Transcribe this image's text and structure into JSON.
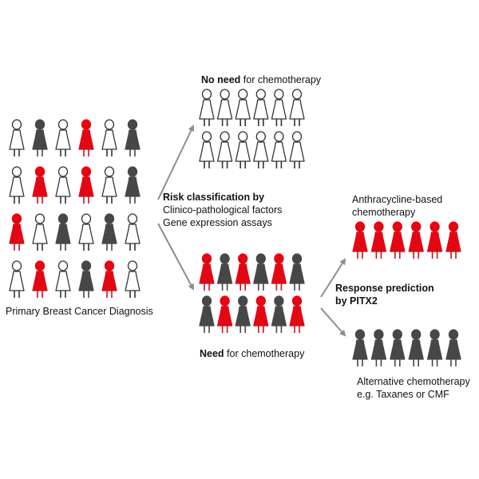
{
  "colors": {
    "red": "#e30613",
    "dark": "#474747",
    "outline": "#333333",
    "arrow": "#8c8c8c",
    "empty": "#ffffff"
  },
  "icon": "person-dress-icon",
  "groups": {
    "primary": {
      "label": "Primary Breast Cancer Diagnosis",
      "rows": [
        [
          "empty",
          "dark",
          "empty",
          "red",
          "empty",
          "dark"
        ],
        [
          "empty",
          "red",
          "empty",
          "red",
          "empty",
          "dark"
        ],
        [
          "red",
          "empty",
          "dark",
          "empty",
          "dark",
          "empty"
        ],
        [
          "empty",
          "red",
          "empty",
          "dark",
          "red",
          "empty"
        ]
      ]
    },
    "no_need": {
      "label_bold": "No need",
      "label_rest": " for chemotherapy",
      "rows": [
        [
          "empty",
          "empty",
          "empty",
          "empty",
          "empty",
          "empty"
        ],
        [
          "empty",
          "empty",
          "empty",
          "empty",
          "empty",
          "empty"
        ]
      ]
    },
    "need": {
      "label_bold": "Need",
      "label_rest": " for chemotherapy",
      "rows": [
        [
          "red",
          "dark",
          "red",
          "dark",
          "red",
          "dark"
        ],
        [
          "dark",
          "red",
          "dark",
          "red",
          "dark",
          "red"
        ]
      ]
    },
    "anthracycline": {
      "label_line1": "Anthracycline-based",
      "label_line2": "chemotherapy",
      "rows": [
        [
          "red",
          "red",
          "red",
          "red",
          "red",
          "red"
        ]
      ]
    },
    "alternative": {
      "label_line1": "Alternative chemotherapy",
      "label_line2": "e.g. Taxanes or CMF",
      "rows": [
        [
          "dark",
          "dark",
          "dark",
          "dark",
          "dark",
          "dark"
        ]
      ]
    }
  },
  "risk": {
    "title": "Risk classification by",
    "line1": "Clinico-pathological factors",
    "line2": "Gene expression assays"
  },
  "response": {
    "line1": "Response prediction",
    "line2": "by PITX2"
  }
}
